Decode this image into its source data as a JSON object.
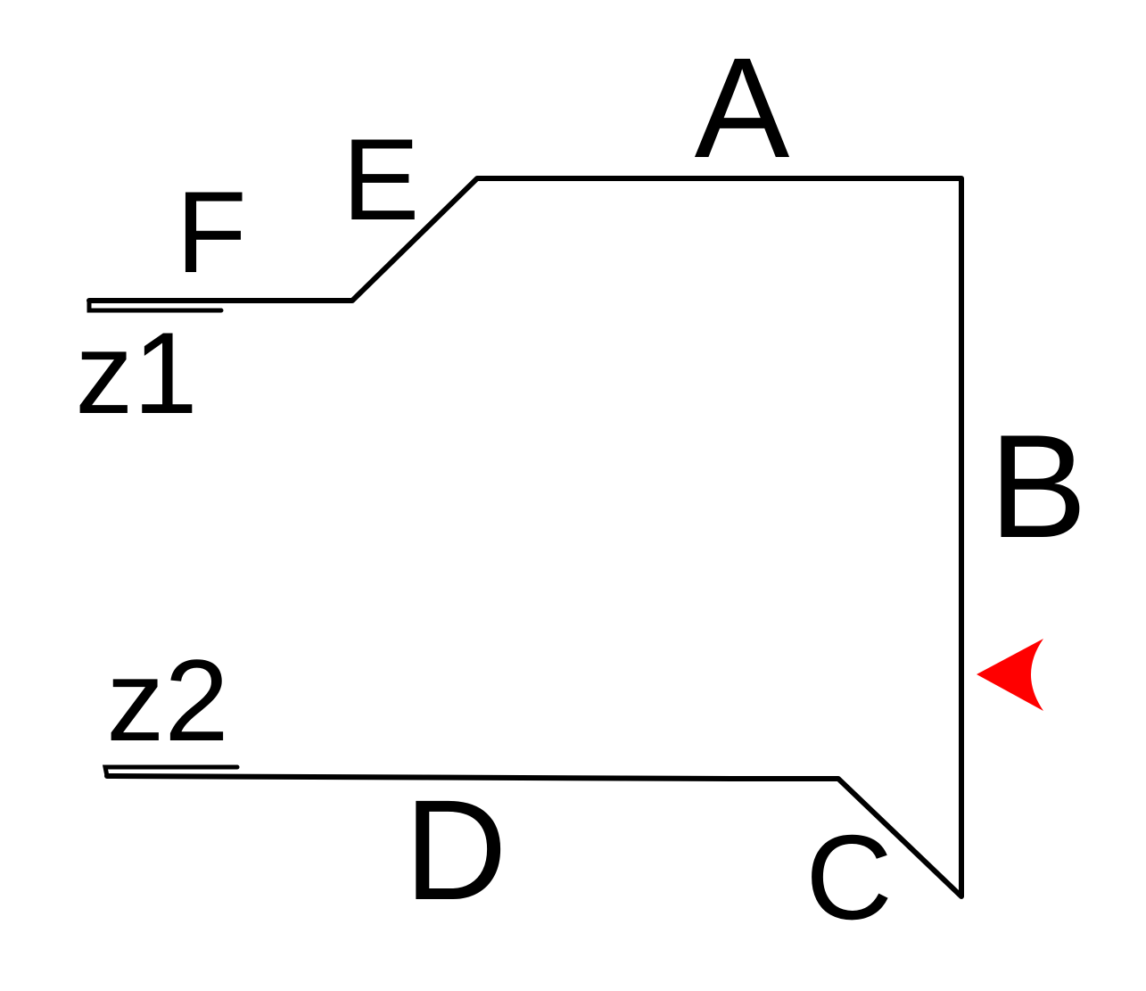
{
  "labels": {
    "a": "A",
    "b": "B",
    "c": "C",
    "d": "D",
    "e": "E",
    "f": "F",
    "z1": "z1",
    "z2": "z2"
  },
  "colors": {
    "stroke": "#000000",
    "marker": "#ff0000",
    "background": "#ffffff"
  },
  "icons": {
    "side_marker": "red-arrowhead-icon"
  }
}
